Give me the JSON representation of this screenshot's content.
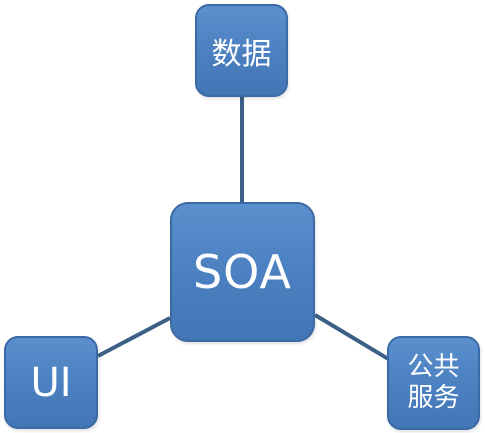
{
  "diagram": {
    "center": {
      "label": "SOA"
    },
    "top": {
      "label": "数据"
    },
    "bottom_left": {
      "label": "UI"
    },
    "bottom_right": {
      "lines": [
        "公共",
        "服务"
      ]
    }
  },
  "colors": {
    "node_fill": "#4a7fc0",
    "node_border": "#3b6aa6",
    "connector": "#3c5f86",
    "text": "#ffffff"
  }
}
